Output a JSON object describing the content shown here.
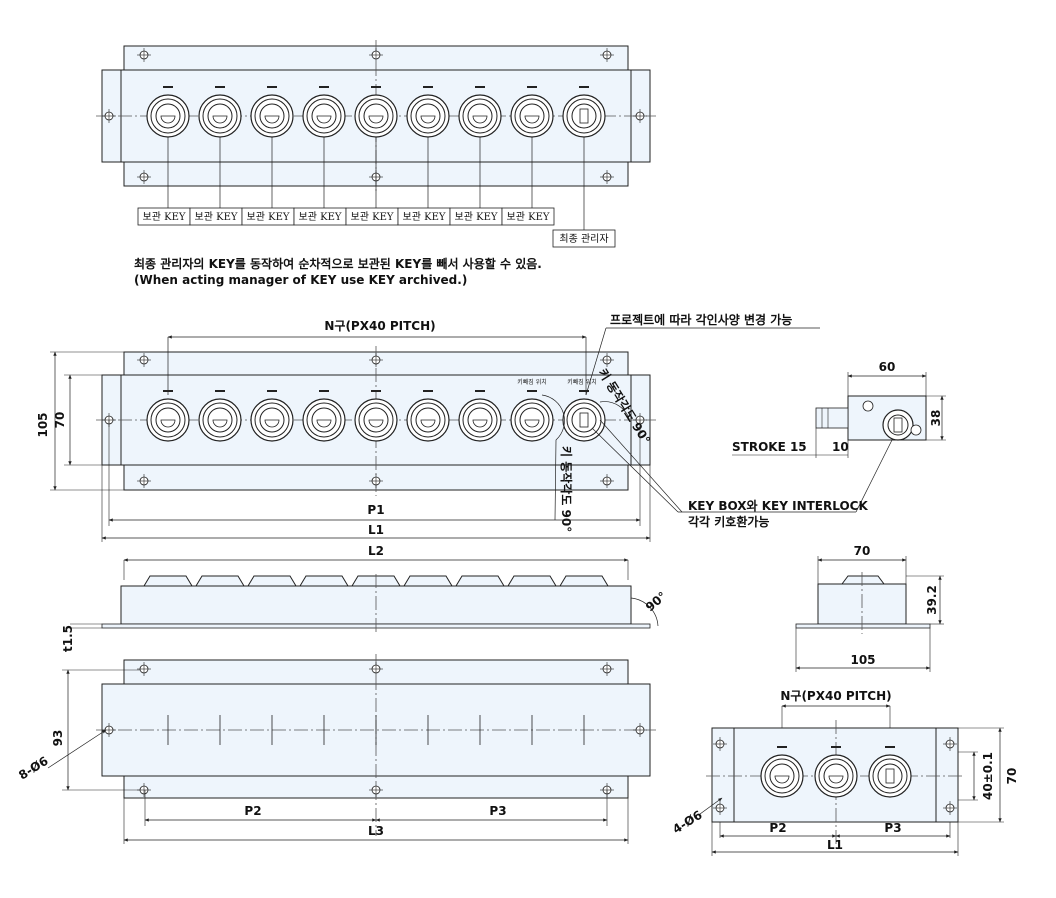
{
  "top_view": {
    "storage_key_label": "보관 KEY",
    "storage_key_count": 8,
    "manager_label": "최종 관리자"
  },
  "notes": {
    "korean": "최종 관리자의 KEY를 동작하여 순차적으로 보관된 KEY를 빼서 사용할 수 있음.",
    "english": "(When acting manager of KEY use KEY archived.)"
  },
  "front_view": {
    "pitch_label": "N구(PX40 PITCH)",
    "engraving_note": "프로젝트에 따라 각인사양 변경 가능",
    "key_position_label": "키빼짐 위치",
    "key_rotation_label": "키 동작각도 90°",
    "interlock_note_line1": "KEY BOX와 KEY INTERLOCK",
    "interlock_note_line2": "각각 키호환가능",
    "dim_105": "105",
    "dim_70": "70",
    "dim_P1": "P1",
    "dim_L1": "L1"
  },
  "side_view": {
    "dim_L2": "L2",
    "dim_t": "t1.5",
    "dim_90": "90°"
  },
  "bottom_view": {
    "dim_93": "93",
    "dim_holes": "8-Ø6",
    "dim_P2": "P2",
    "dim_P3": "P3",
    "dim_L3": "L3"
  },
  "interlock_view": {
    "dim_60": "60",
    "dim_38": "38",
    "dim_10": "10",
    "stroke": "STROKE 15"
  },
  "small_side": {
    "dim_70": "70",
    "dim_392": "39.2",
    "dim_105": "105"
  },
  "small_box": {
    "pitch_label": "N구(PX40 PITCH)",
    "dim_40": "40±0.1",
    "dim_70": "70",
    "dim_holes": "4-Ø6",
    "dim_P2": "P2",
    "dim_P3": "P3",
    "dim_L1": "L1",
    "key_count": 3
  },
  "colors": {
    "body_fill": "#eef5fc",
    "line": "#222222",
    "center_line": "#555555"
  }
}
